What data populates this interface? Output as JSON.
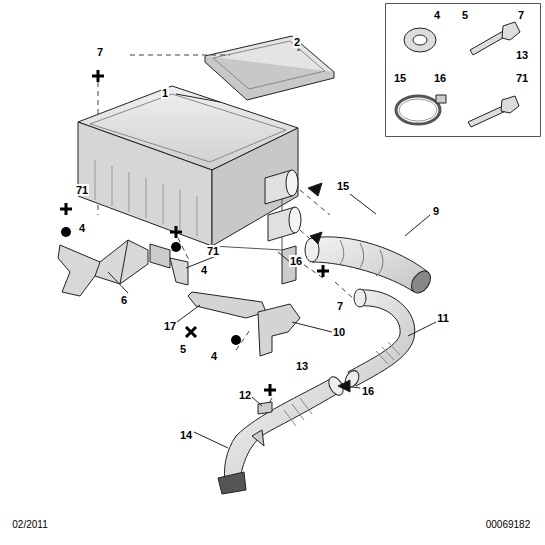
{
  "diagram": {
    "nodes": [
      {
        "text": [
          "4"
        ]
      },
      {
        "text": [
          "5",
          "7",
          "13"
        ]
      },
      {
        "text": [
          "15",
          "16"
        ]
      },
      {
        "text": [
          "71"
        ]
      }
    ],
    "labels": [
      "7",
      "2",
      "1",
      "71",
      "4",
      "15",
      "9",
      "71",
      "4",
      "16",
      "6",
      "7",
      "17",
      "11",
      "10",
      "5",
      "4",
      "13",
      "12",
      "16",
      "14",
      "02/2011",
      "00069182"
    ]
  }
}
